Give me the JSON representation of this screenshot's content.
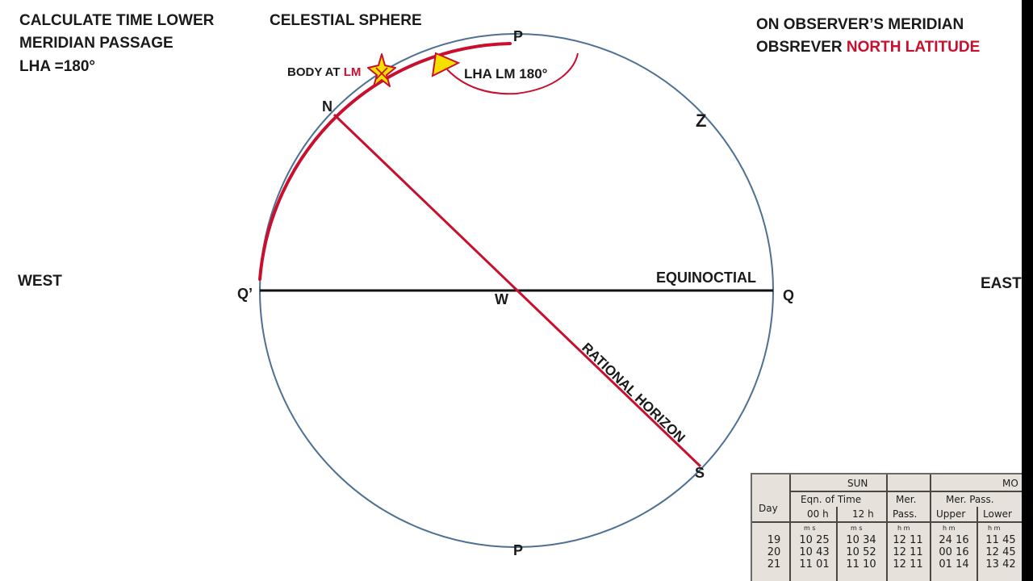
{
  "header": {
    "title_line1": "CALCULATE TIME LOWER",
    "title_line2": "MERIDIAN PASSAGE",
    "title_line3": "LHA =180°",
    "center_title": "CELESTIAL SPHERE",
    "right_line1": "ON OBSERVER’S MERIDIAN",
    "right_line2_prefix": "OBSREVER ",
    "right_line2_highlight": "NORTH LATITUDE"
  },
  "directions": {
    "west": "WEST",
    "east": "EAST"
  },
  "diagram": {
    "pole_top": "P",
    "pole_bottom": "P",
    "north": "N",
    "south": "S",
    "zenith": "Z",
    "west_point": "W",
    "q": "Q",
    "q_prime": "Q’",
    "equinoctial": "EQUINOCTIAL",
    "rational_horizon": "RATIONAL HORIZON",
    "body_label_prefix": "BODY AT ",
    "body_label_highlight": "LM",
    "lha_label": "LHA LM 180°",
    "colors": {
      "circle": "#4f7093",
      "red": "#c8102e",
      "line": "#111111",
      "star_fill": "#f5e000"
    }
  },
  "almanac": {
    "group_sun": "SUN",
    "group_moon": "MO",
    "col_day": "Day",
    "col_eqn": "Eqn. of Time",
    "col_eqn_00": "00 h",
    "col_eqn_12": "12 h",
    "col_mer": "Mer.",
    "col_pass": "Pass.",
    "col_mer_pass": "Mer. Pass.",
    "col_upper": "Upper",
    "col_lower": "Lower",
    "units_ms": "m   s",
    "units_hm": "h   m",
    "rows": [
      {
        "day": "19",
        "eqn00": "10 25",
        "eqn12": "10 34",
        "mer": "12 11",
        "upper": "24 16",
        "lower": "11 45"
      },
      {
        "day": "20",
        "eqn00": "10 43",
        "eqn12": "10 52",
        "mer": "12 11",
        "upper": "00 16",
        "lower": "12 45"
      },
      {
        "day": "21",
        "eqn00": "11 01",
        "eqn12": "11 10",
        "mer": "12 11",
        "upper": "01 14",
        "lower": "13 42"
      }
    ]
  }
}
